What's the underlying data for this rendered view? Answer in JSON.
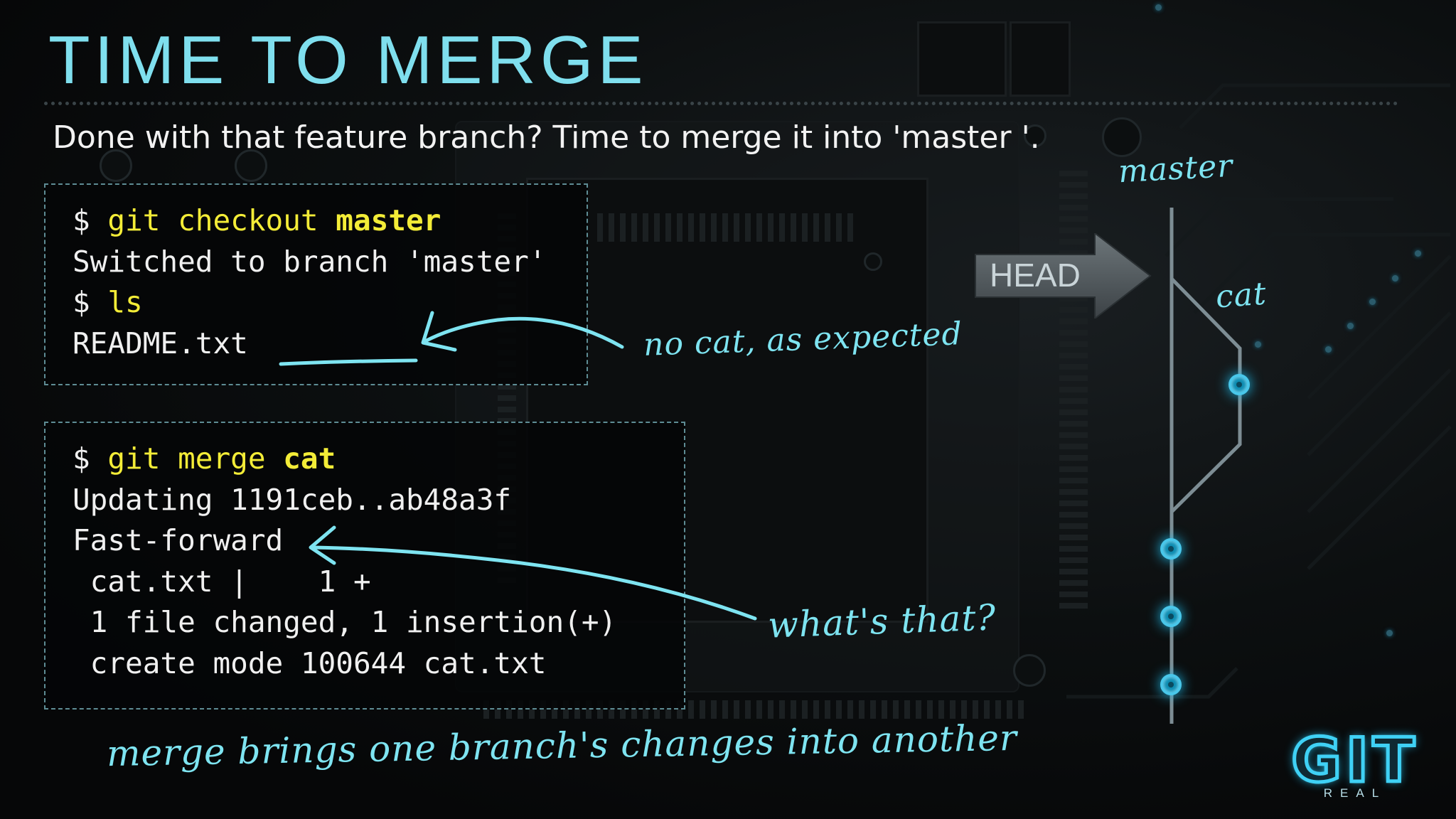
{
  "slide": {
    "title": "TIME TO MERGE",
    "subtitle": "Done with that feature branch? Time to merge it into 'master '."
  },
  "terminal_1": {
    "lines": [
      {
        "prompt": "$ ",
        "cmd": "git checkout ",
        "arg": "master"
      },
      {
        "text": "Switched to branch 'master'"
      },
      {
        "prompt": "$ ",
        "cmd": "ls"
      },
      {
        "text": "README.txt"
      }
    ]
  },
  "terminal_2": {
    "lines": [
      {
        "prompt": "$ ",
        "cmd": "git merge ",
        "arg": "cat"
      },
      {
        "text": "Updating 1191ceb..ab48a3f"
      },
      {
        "text": "Fast-forward"
      },
      {
        "text": " cat.txt |    1 +"
      },
      {
        "text": " 1 file changed, 1 insertion(+)"
      },
      {
        "text": " create mode 100644 cat.txt"
      }
    ]
  },
  "annotations": {
    "note_1": "no cat, as expected",
    "note_2": "what's that?",
    "caption": "merge brings one branch's changes into another"
  },
  "graph": {
    "master_label": "master",
    "branch_label": "cat",
    "head_label": "HEAD"
  },
  "logo": {
    "text": "GIT",
    "subtext": "REAL"
  },
  "colors": {
    "title": "#7fdfee",
    "command": "#f3ec37",
    "handwriting": "#7ee4f1",
    "commit": "#49c7ea"
  }
}
